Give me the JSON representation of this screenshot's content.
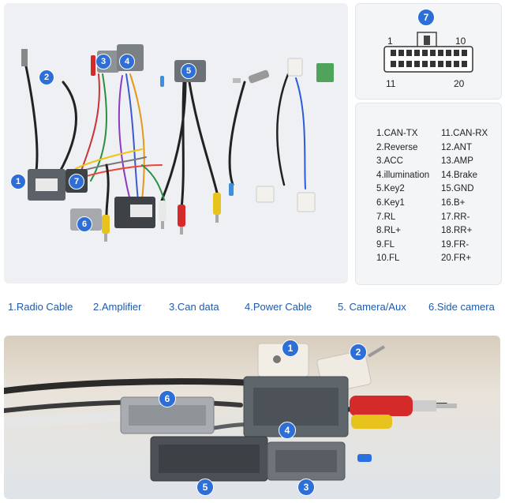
{
  "badges_top": {
    "b1": "1",
    "b2": "2",
    "b3": "3",
    "b4": "4",
    "b5": "5",
    "b6": "6",
    "b7": "7"
  },
  "pin_diagram": {
    "badge": "7",
    "pin_1": "1",
    "pin_10": "10",
    "pin_11": "11",
    "pin_20": "20"
  },
  "pin_legend": {
    "left": [
      "1.CAN-TX",
      "2.Reverse",
      "3.ACC",
      "4.illumination",
      "5.Key2",
      "6.Key1",
      "7.RL",
      "8.RL+",
      "9.FL",
      "10.FL"
    ],
    "right": [
      "11.CAN-RX",
      "12.ANT",
      "13.AMP",
      "14.Brake",
      "15.GND",
      "16.B+",
      "17.RR-",
      "18.RR+",
      "19.FR-",
      "20.FR+"
    ]
  },
  "captions": {
    "c1": "1.Radio Cable",
    "c2": "2.Amplifier",
    "c3": "3.Can data",
    "c4": "4.Power Cable",
    "c5": "5. Camera/Aux",
    "c6": "6.Side camera"
  },
  "badges_bottom": {
    "b1": "1",
    "b2": "2",
    "b3": "3",
    "b4": "4",
    "b5": "5",
    "b6": "6"
  },
  "colors": {
    "badge": "#2d6fd6",
    "caption": "#1f5aa8",
    "connector_grey": "#6e7479",
    "connector_light": "#a9adb1",
    "connector_green": "#4fa35a",
    "rca_red": "#d42a2a",
    "rca_yellow": "#e8c21d",
    "rca_white": "#eeeeee"
  }
}
